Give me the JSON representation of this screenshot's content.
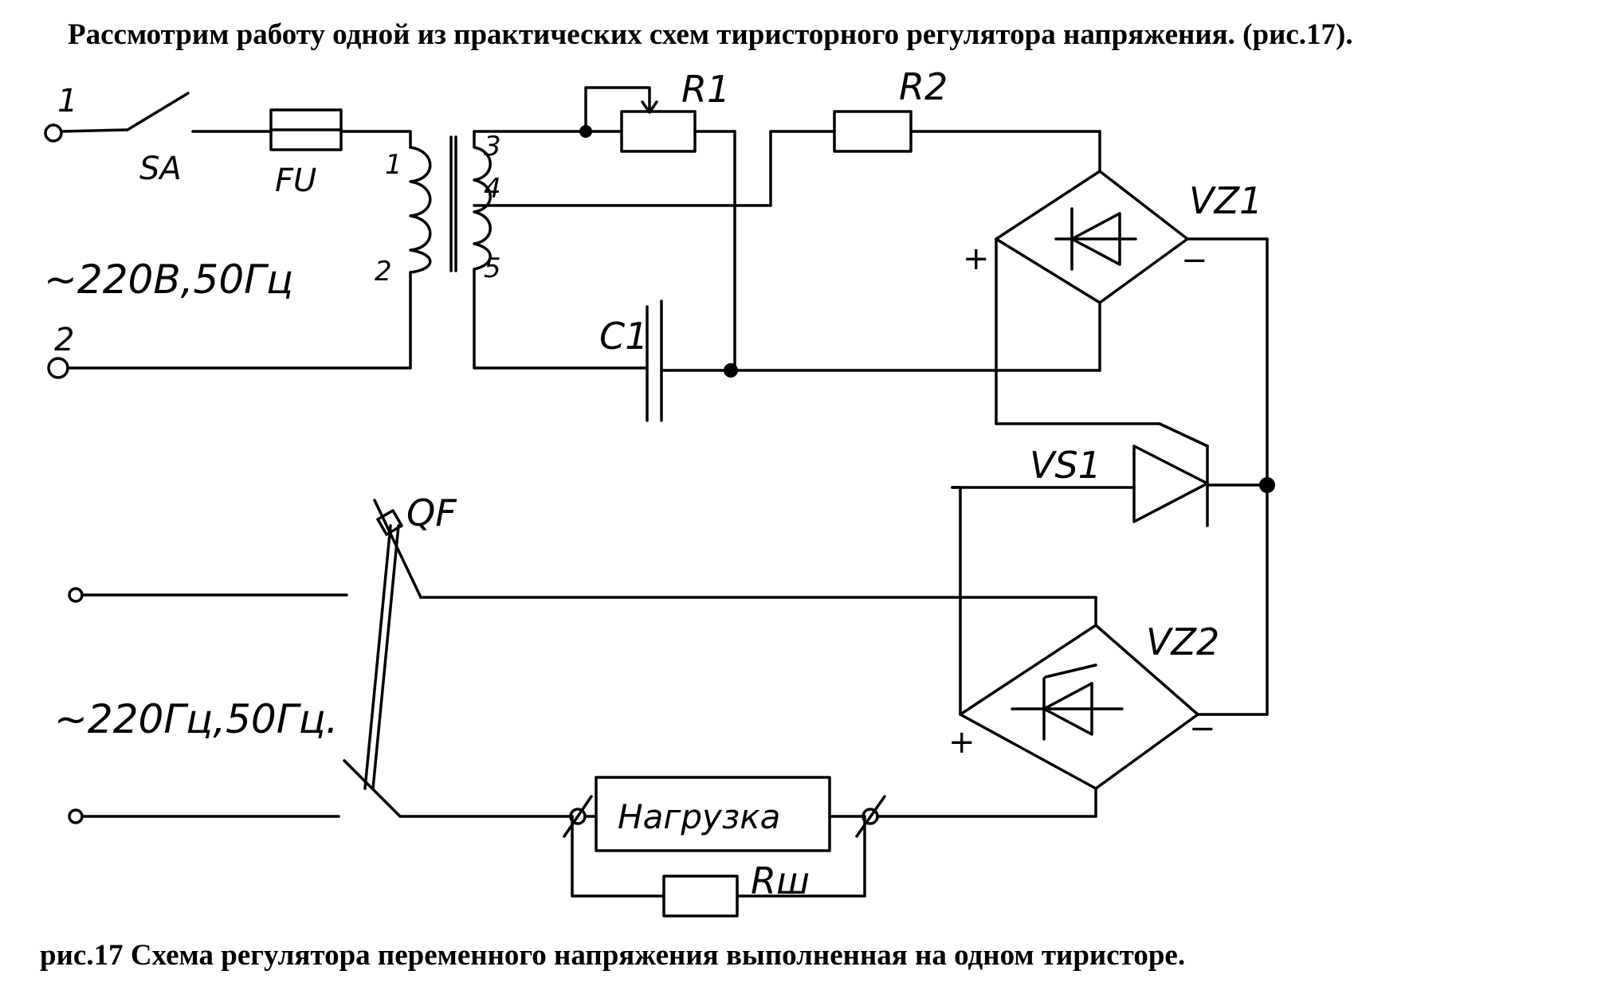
{
  "header_text": "Рассмотрим работу одной из практических схем тиристорного регулятора напряжения.  (рис.17).",
  "caption_text": "рис.17  Схема регулятора переменного напряжения выполненная на одном тиристоре.",
  "terminals": {
    "top_1": "1",
    "top_2": "2",
    "supply_top": "~220В,50Гц",
    "supply_bottom": "~220Гц,50Гц."
  },
  "components": {
    "switch": "SA",
    "fuse": "FU",
    "winding_1": "1",
    "winding_2": "2",
    "winding_3": "3",
    "winding_4": "4",
    "winding_5": "5",
    "r1": "R1",
    "r2": "R2",
    "c1": "C1",
    "vz1": "VZ1",
    "vz2": "VZ2",
    "vs1": "VS1",
    "qf": "QF",
    "load": "Нагрузка",
    "rsh": "Rш",
    "vz1_plus": "+",
    "vz1_minus": "−",
    "vz2_plus": "+",
    "vz2_minus": "−"
  }
}
